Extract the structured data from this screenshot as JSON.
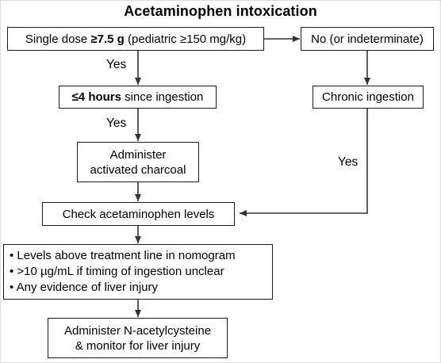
{
  "title": "Acetaminophen intoxication",
  "nodes": {
    "single_dose": {
      "pre": "Single dose ",
      "bold": "≥7.5 g",
      "post": " (pediatric ≥150 mg/kg)"
    },
    "no_indeterminate": {
      "text": "No (or indeterminate)"
    },
    "four_hours": {
      "bold": "≤4 hours",
      "post": " since ingestion"
    },
    "chronic": {
      "text": "Chronic ingestion"
    },
    "charcoal": {
      "line1": "Administer",
      "line2": "activated charcoal"
    },
    "check_levels": {
      "text": "Check acetaminophen levels"
    },
    "criteria": {
      "items": [
        "• Levels above treatment line in nomogram",
        "• >10 µg/mL if timing of ingestion unclear",
        "• Any evidence of liver injury"
      ]
    },
    "nac": {
      "line1": "Administer N-acetylcysteine",
      "line2": "& monitor for liver injury"
    }
  },
  "edge_labels": {
    "yes_1": "Yes",
    "yes_2": "Yes",
    "yes_3": "Yes"
  }
}
